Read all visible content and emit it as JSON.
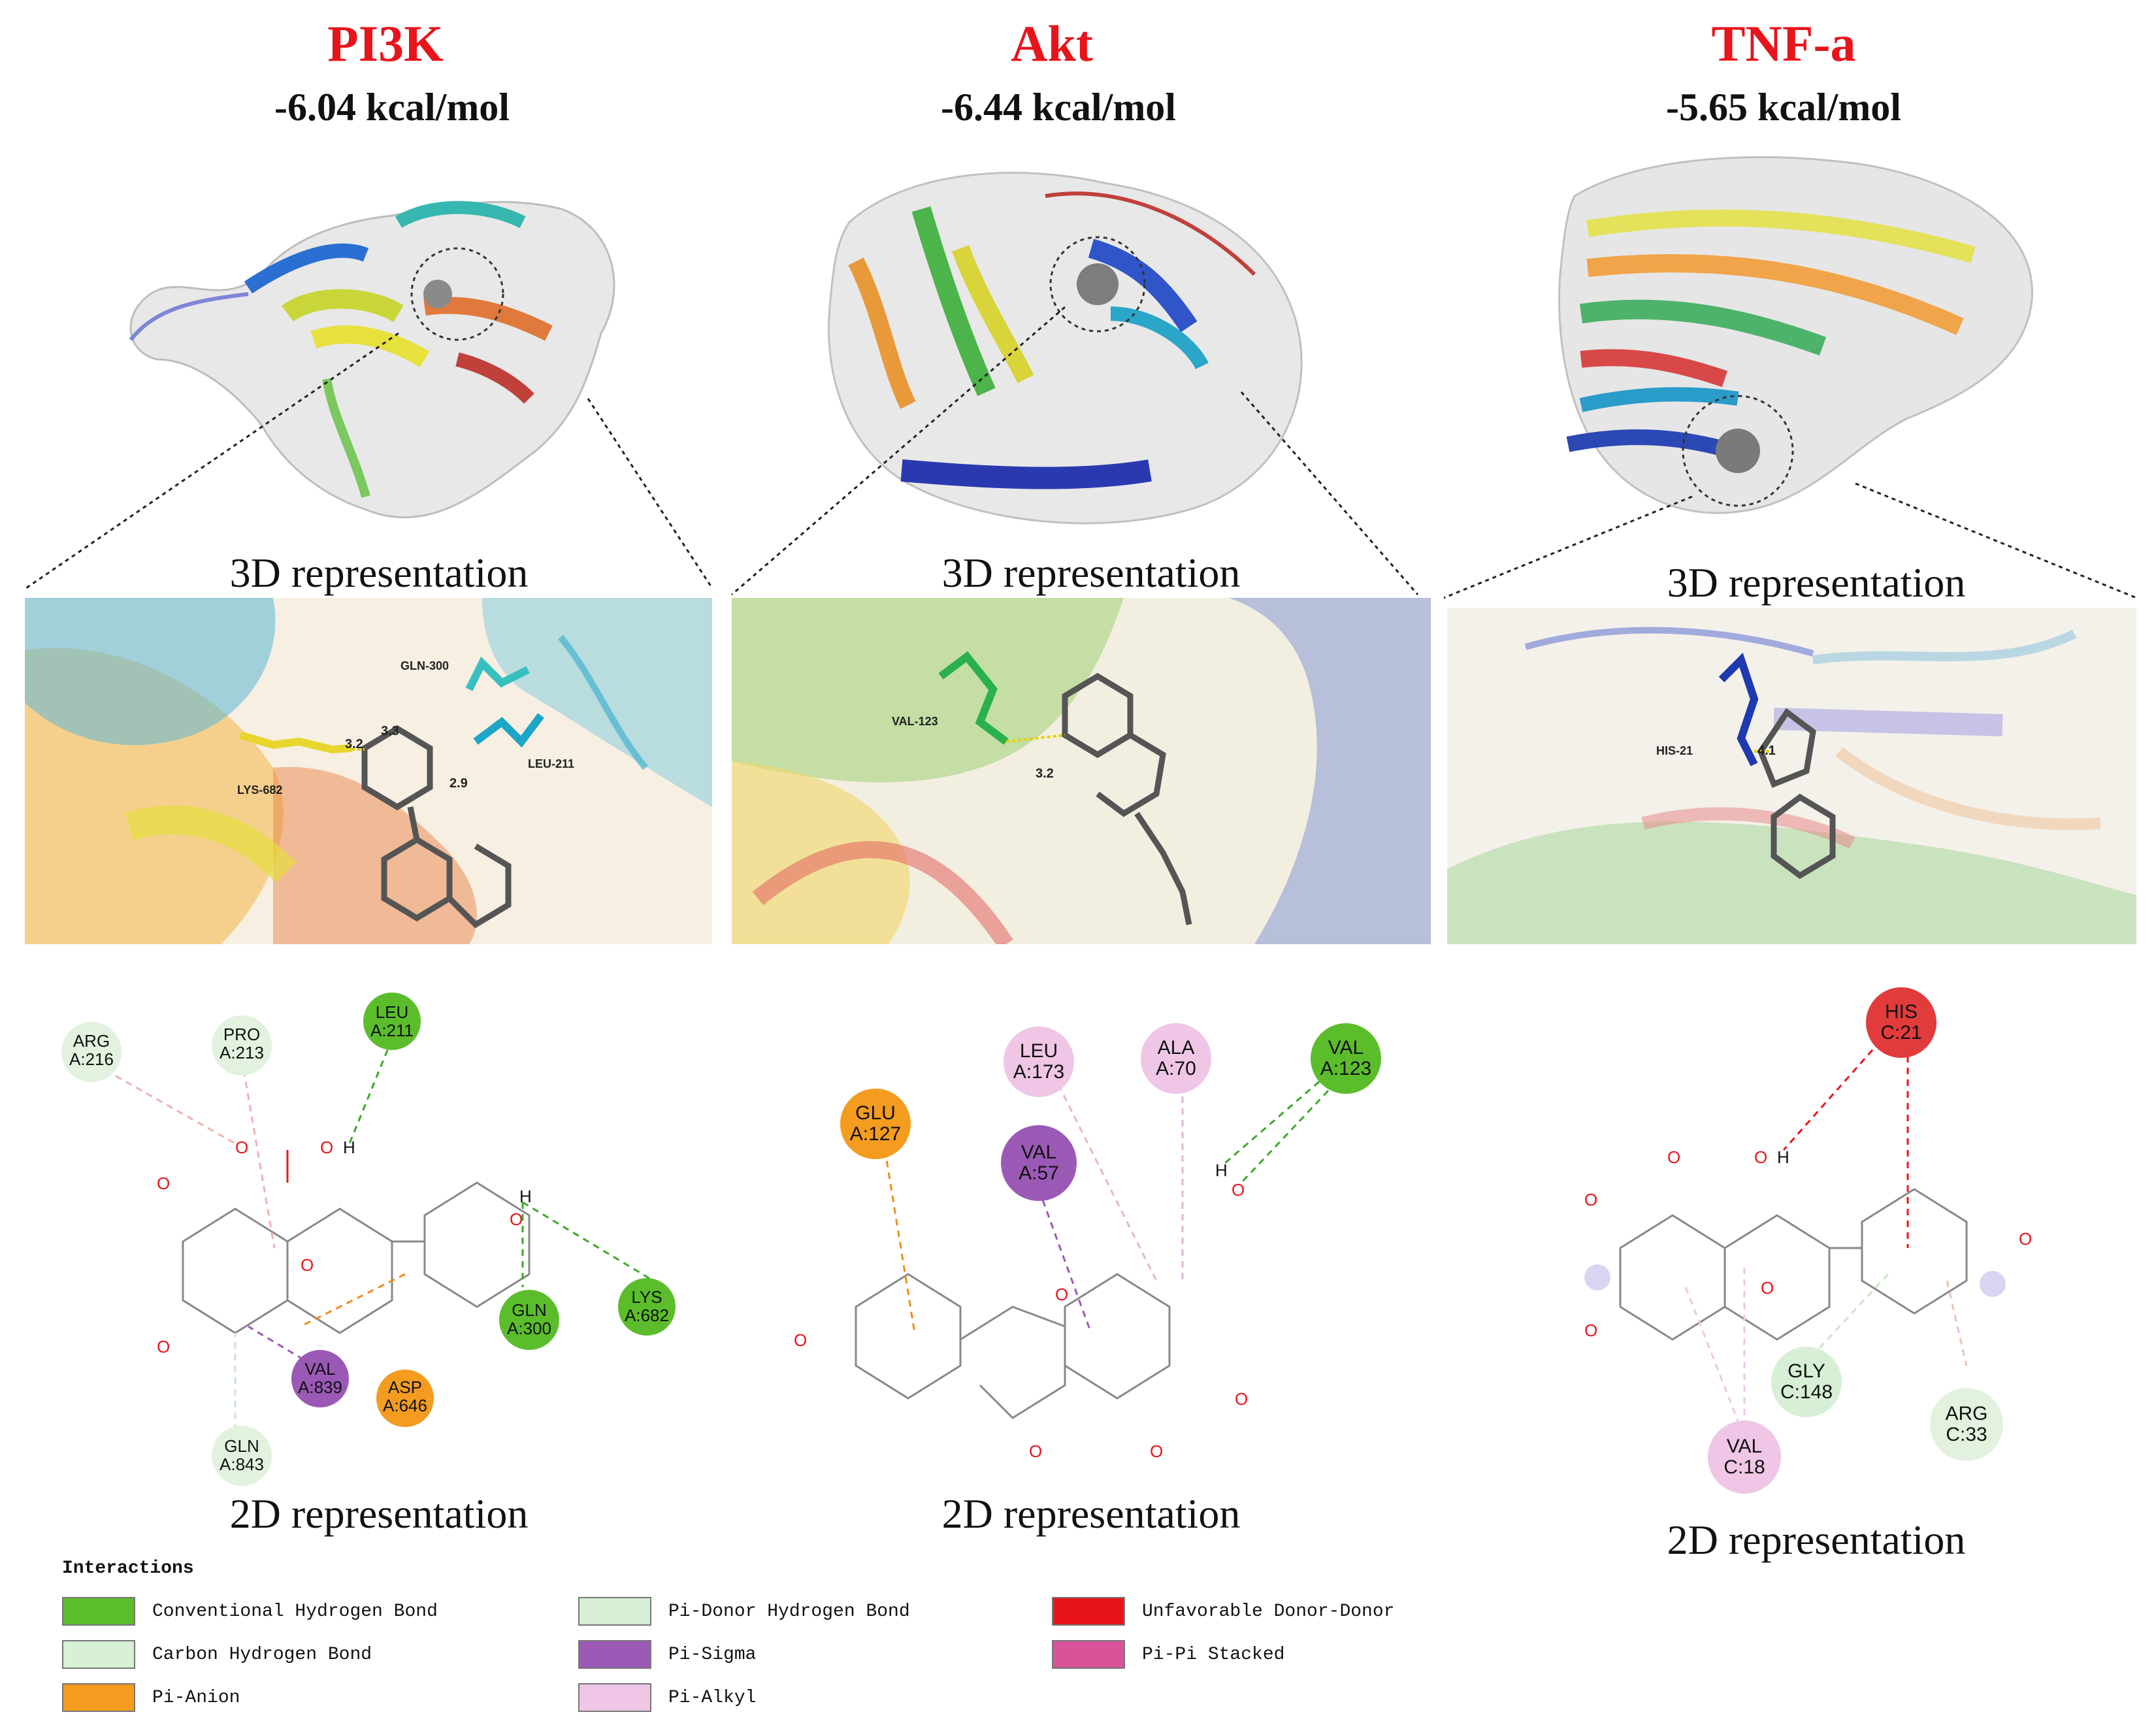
{
  "panels": [
    {
      "target": "PI3K",
      "energy": "-6.04 kcal/mol",
      "label_3d": "3D representation",
      "label_2d": "2D representation",
      "residues_3d": [
        "GLN-300",
        "LYS-682",
        "LEU-211"
      ],
      "distances": [
        "3.3",
        "3.2",
        "2.9"
      ],
      "residues_2d": [
        {
          "name": "LEU",
          "id": "A:211",
          "type": "Conventional Hydrogen Bond"
        },
        {
          "name": "PRO",
          "id": "A:213",
          "type": "Carbon Hydrogen Bond"
        },
        {
          "name": "ARG",
          "id": "A:216",
          "type": "Carbon Hydrogen Bond"
        },
        {
          "name": "LYS",
          "id": "A:682",
          "type": "Conventional Hydrogen Bond"
        },
        {
          "name": "GLN",
          "id": "A:300",
          "type": "Conventional Hydrogen Bond"
        },
        {
          "name": "VAL",
          "id": "A:839",
          "type": "Pi-Sigma"
        },
        {
          "name": "ASP",
          "id": "A:646",
          "type": "Pi-Anion"
        },
        {
          "name": "GLN",
          "id": "A:843",
          "type": "Carbon Hydrogen Bond"
        }
      ]
    },
    {
      "target": "Akt",
      "energy": "-6.44 kcal/mol",
      "label_3d": "3D representation",
      "label_2d": "2D representation",
      "residues_3d": [
        "VAL-123"
      ],
      "distances": [
        "3.2"
      ],
      "residues_2d": [
        {
          "name": "LEU",
          "id": "A:173",
          "type": "Pi-Alkyl"
        },
        {
          "name": "ALA",
          "id": "A:70",
          "type": "Pi-Alkyl"
        },
        {
          "name": "VAL",
          "id": "A:123",
          "type": "Conventional Hydrogen Bond"
        },
        {
          "name": "GLU",
          "id": "A:127",
          "type": "Pi-Anion"
        },
        {
          "name": "VAL",
          "id": "A:57",
          "type": "Pi-Sigma"
        }
      ]
    },
    {
      "target": "TNF-a",
      "energy": "-5.65 kcal/mol",
      "label_3d": "3D representation",
      "label_2d": "2D representation",
      "residues_3d": [
        "HIS-21"
      ],
      "distances": [
        "4.1"
      ],
      "residues_2d": [
        {
          "name": "HIS",
          "id": "C:21",
          "type": "Unfavorable Donor-Donor"
        },
        {
          "name": "GLY",
          "id": "C:148",
          "type": "Pi-Donor Hydrogen Bond"
        },
        {
          "name": "ARG",
          "id": "C:33",
          "type": "Carbon Hydrogen Bond"
        },
        {
          "name": "VAL",
          "id": "C:18",
          "type": "Pi-Alkyl"
        }
      ]
    }
  ],
  "atoms": {
    "oxygen": "O",
    "hydrogen": "H"
  },
  "legend": {
    "title": "Interactions",
    "items": [
      {
        "label": "Conventional Hydrogen Bond",
        "color": "#5bbd2b"
      },
      {
        "label": "Carbon Hydrogen Bond",
        "color": "#d8f0d4"
      },
      {
        "label": "Pi-Anion",
        "color": "#f39c1f"
      },
      {
        "label": "Pi-Donor Hydrogen Bond",
        "color": "#d6efd5"
      },
      {
        "label": "Pi-Sigma",
        "color": "#9b59b6"
      },
      {
        "label": "Pi-Alkyl",
        "color": "#efc6e6"
      },
      {
        "label": "Unfavorable Donor-Donor",
        "color": "#e8141b"
      },
      {
        "label": "Pi-Pi Stacked",
        "color": "#d9539b"
      }
    ]
  }
}
